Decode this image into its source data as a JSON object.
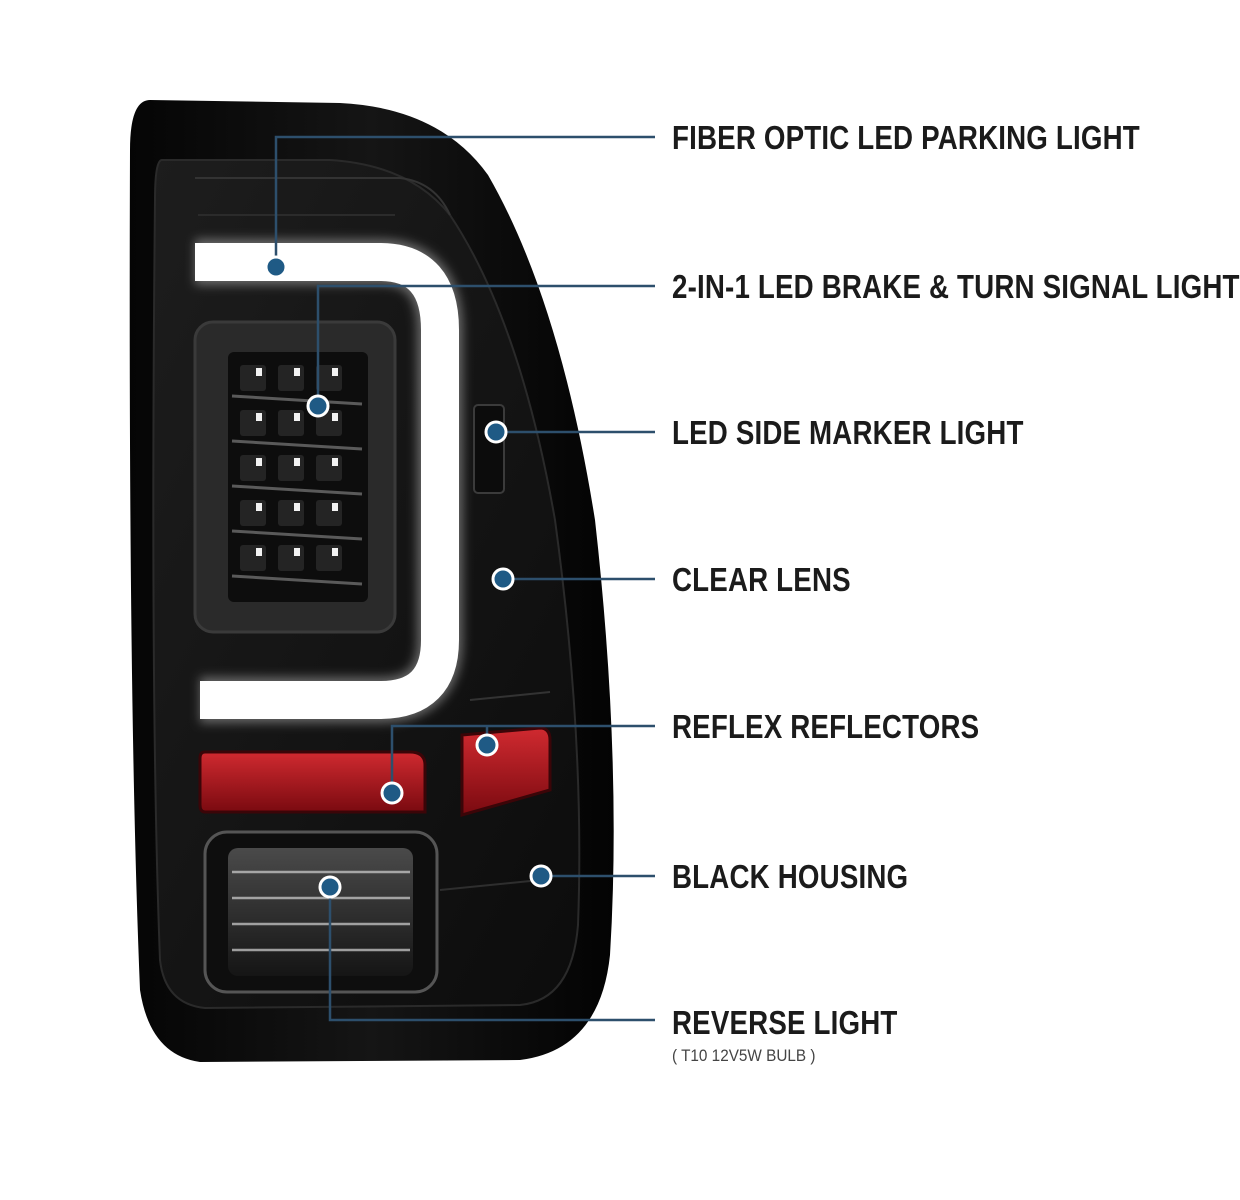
{
  "colors": {
    "accent": "#1f5a85",
    "leader_line": "#2d4f6c",
    "housing": "#0a0a0a",
    "reflector": "#b5141c",
    "light_bar": "#ffffff"
  },
  "callouts": [
    {
      "id": "parking",
      "label": "FIBER OPTIC LED PARKING LIGHT"
    },
    {
      "id": "brake",
      "label": "2-IN-1 LED BRAKE & TURN SIGNAL LIGHT"
    },
    {
      "id": "side",
      "label": "LED SIDE MARKER LIGHT"
    },
    {
      "id": "lens",
      "label": "CLEAR LENS"
    },
    {
      "id": "reflex",
      "label": "REFLEX REFLECTORS"
    },
    {
      "id": "housing",
      "label": "BLACK HOUSING"
    },
    {
      "id": "reverse",
      "label": "REVERSE LIGHT",
      "sublabel": "( T10 12V5W BULB )"
    }
  ]
}
